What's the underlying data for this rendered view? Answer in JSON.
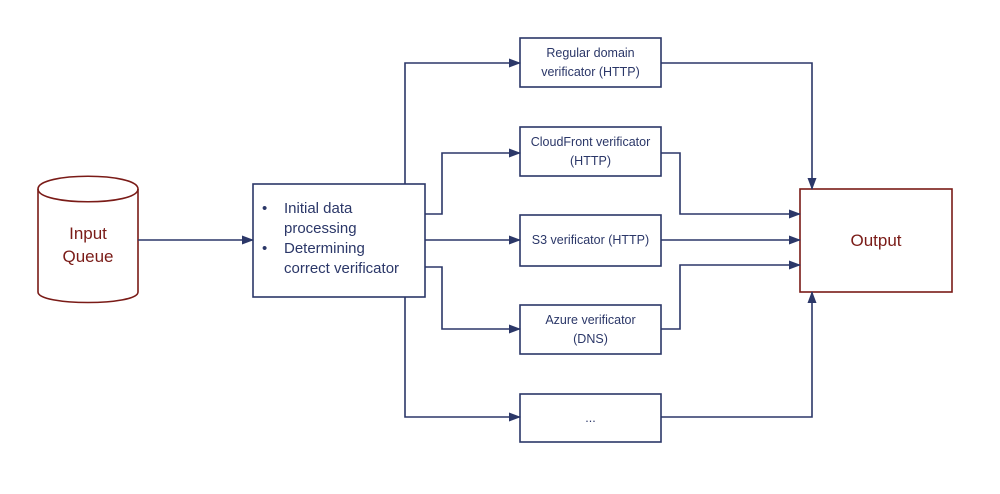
{
  "input_queue": {
    "label_line1": "Input",
    "label_line2": "Queue"
  },
  "processing": {
    "items": [
      {
        "line1": "Initial data",
        "line2": "processing"
      },
      {
        "line1": "Determining",
        "line2": "correct verificator"
      }
    ],
    "bullet": "•"
  },
  "verificators": [
    {
      "line1": "Regular domain",
      "line2": "verificator (HTTP)"
    },
    {
      "line1": "CloudFront verificator",
      "line2": "(HTTP)"
    },
    {
      "line1": "S3 verificator (HTTP)",
      "line2": ""
    },
    {
      "line1": "Azure verificator",
      "line2": "(DNS)"
    },
    {
      "line1": "...",
      "line2": ""
    }
  ],
  "output": {
    "label": "Output"
  },
  "colors": {
    "navy": "#2b3768",
    "maroon": "#7a1b17",
    "background": "#ffffff"
  }
}
